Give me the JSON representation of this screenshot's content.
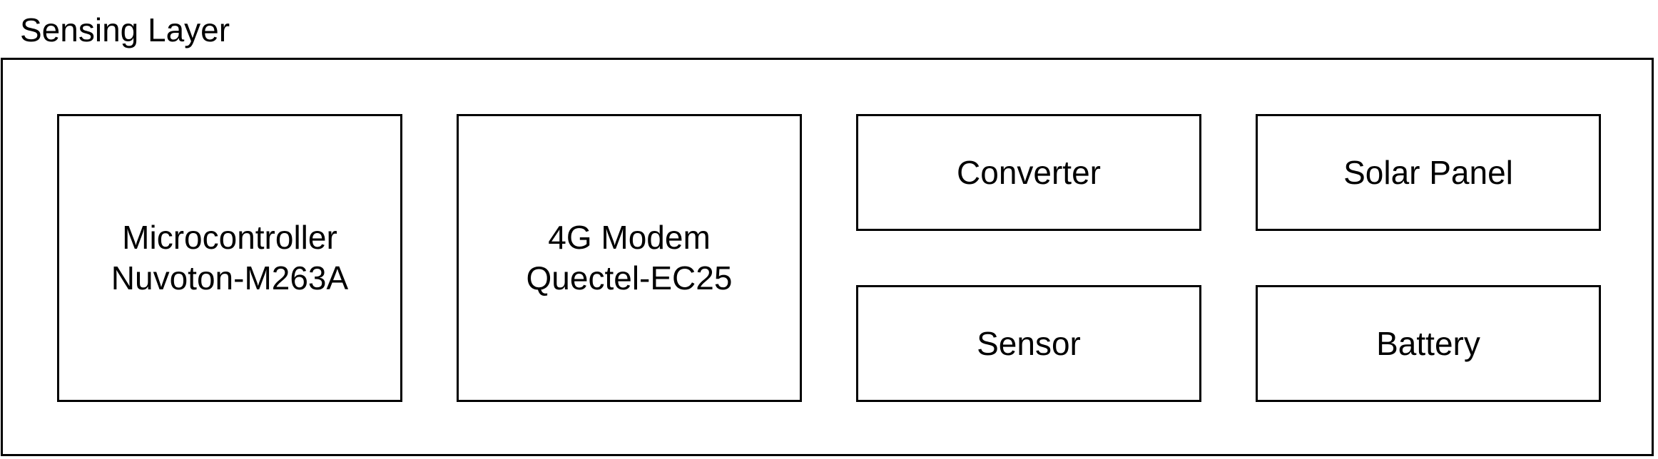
{
  "diagram": {
    "layer_title": "Sensing Layer",
    "blocks": {
      "microcontroller": {
        "line1": "Microcontroller",
        "line2": "Nuvoton-M263A"
      },
      "modem": {
        "line1": "4G Modem",
        "line2": "Quectel-EC25"
      },
      "converter": {
        "label": "Converter"
      },
      "solar_panel": {
        "label": "Solar Panel"
      },
      "sensor": {
        "label": "Sensor"
      },
      "battery": {
        "label": "Battery"
      }
    }
  }
}
